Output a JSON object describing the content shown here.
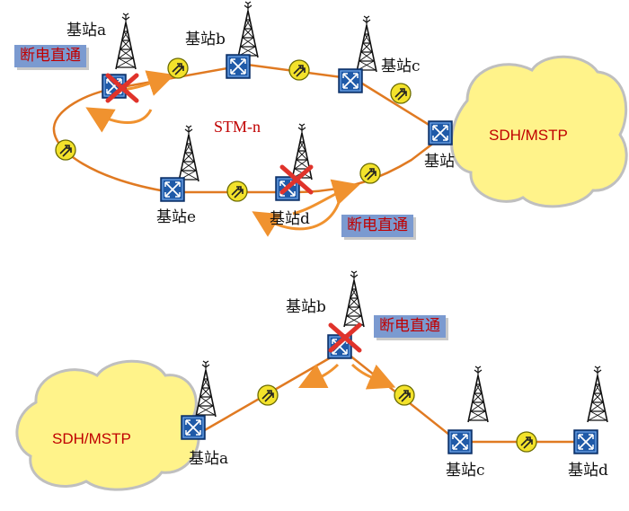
{
  "colors": {
    "link": "#e07a22",
    "cloud_fill": "#fff38a",
    "cloud_stroke": "#bfbfbf",
    "cross": "#e0332b",
    "tag_bg": "#7b9ad0",
    "tag_text": "#c00000",
    "node_blue": "#1f5aa8",
    "repeater_fill": "#f3e22b"
  },
  "top_diagram": {
    "ring_label": "STM-n",
    "cloud_label": "SDH/MSTP",
    "stations": [
      {
        "id": "a",
        "label": "基站a",
        "failed": true
      },
      {
        "id": "b",
        "label": "基站b",
        "failed": false
      },
      {
        "id": "c",
        "label": "基站c",
        "failed": false
      },
      {
        "id": "d",
        "label": "基站d",
        "failed": true
      },
      {
        "id": "e",
        "label": "基站e",
        "failed": false
      }
    ],
    "gateway_label": "基站",
    "bypass_tags": [
      "断电直通",
      "断电直通"
    ]
  },
  "bottom_diagram": {
    "cloud_label": "SDH/MSTP",
    "stations": [
      {
        "id": "a",
        "label": "基站a",
        "failed": false
      },
      {
        "id": "b",
        "label": "基站b",
        "failed": true
      },
      {
        "id": "c",
        "label": "基站c",
        "failed": false
      },
      {
        "id": "d",
        "label": "基站d",
        "failed": false
      }
    ],
    "bypass_tag": "断电直通"
  }
}
